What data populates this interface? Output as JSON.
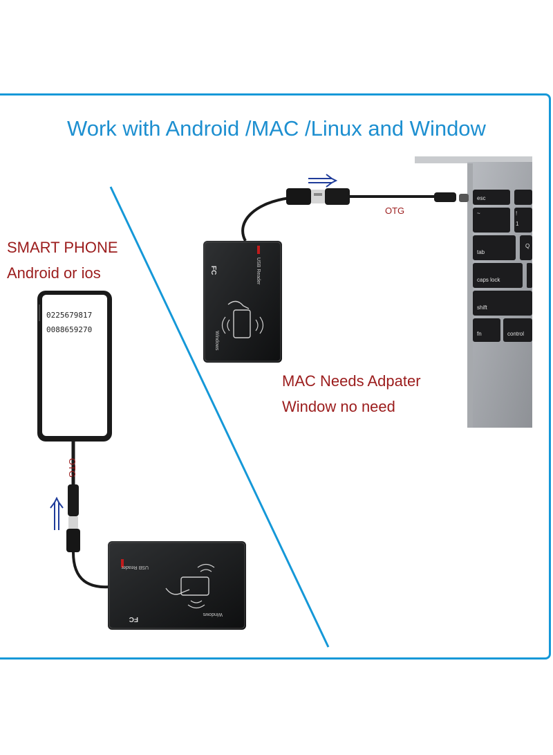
{
  "title": "Work with Android /MAC /Linux and Window",
  "phone_section": {
    "heading_line1": "SMART PHONE",
    "heading_line2": "Android or ios",
    "screen_lines": [
      "0225679817",
      "0088659270"
    ],
    "otg_label": "OTG"
  },
  "mac_section": {
    "otg_label": "OTG",
    "note_line1": "MAC Needs Adpater",
    "note_line2": "Window no need"
  },
  "reader": {
    "label": "USB Reader",
    "os_label": "Windows",
    "cert_mark": "FC"
  },
  "keyboard": {
    "keys": [
      "esc",
      "~",
      "!",
      "1",
      "tab",
      "Q",
      "caps lock",
      "shift",
      "fn",
      "control"
    ]
  },
  "colors": {
    "frame": "#1598d8",
    "title": "#1d8fd0",
    "red_text": "#9b1c1c",
    "arrow": "#1f3c9a"
  }
}
